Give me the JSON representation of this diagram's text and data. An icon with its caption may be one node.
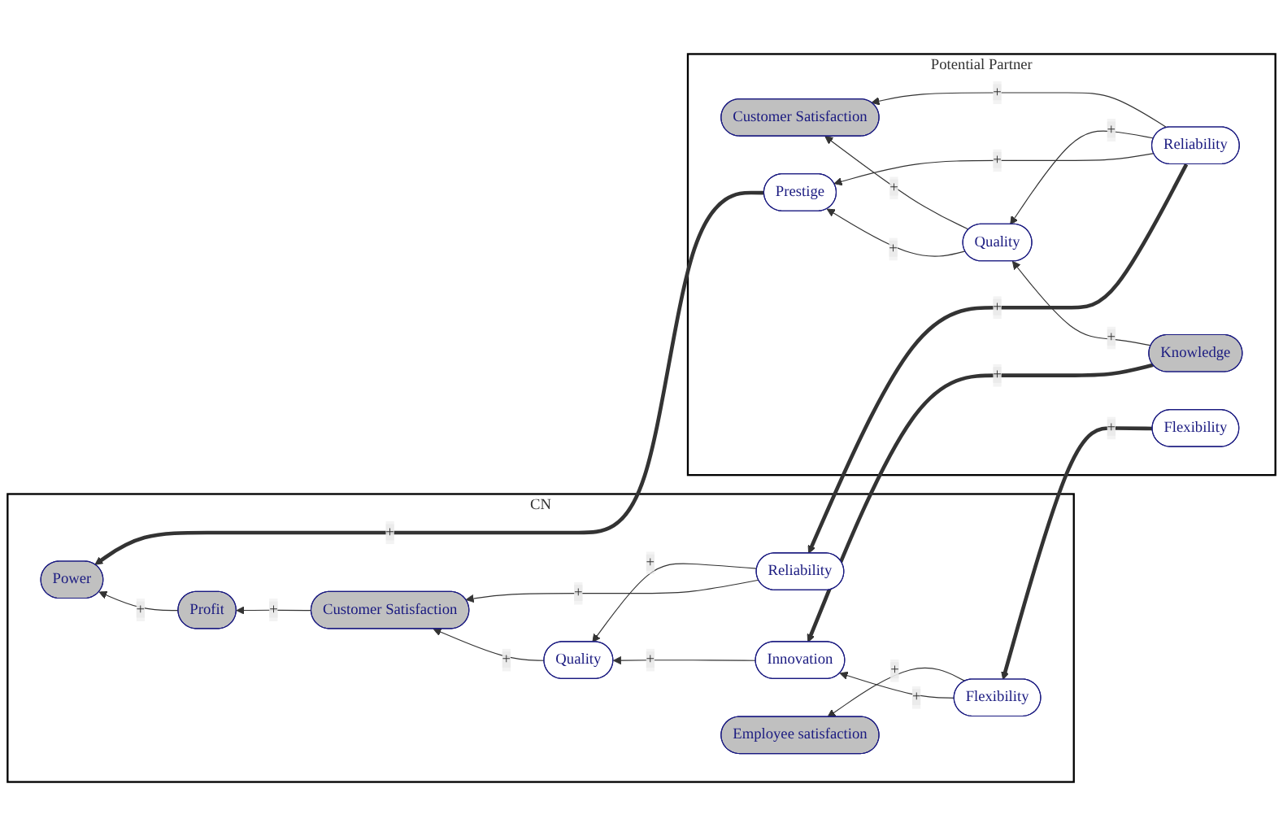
{
  "diagram": {
    "nodes": [
      {
        "text": [
          "CN"
        ]
      },
      {
        "text": [
          "Profit"
        ],
        "in": 0
      },
      {
        "text": [
          "Power"
        ],
        "in": 0
      },
      {
        "text": [
          "Customer Satisfaction"
        ],
        "in": 0
      },
      {
        "text": [
          "Quality"
        ],
        "in": 0
      },
      {
        "text": [
          "Reliability"
        ],
        "in": 0
      },
      {
        "text": [
          "Flexibility"
        ],
        "in": 0
      },
      {
        "text": [
          "Employee satisfaction"
        ],
        "in": 0
      },
      {
        "text": [
          "Innovation"
        ],
        "in": 0
      },
      {
        "text": [
          "Potential Partner"
        ]
      },
      {
        "text": [
          "Prestige"
        ],
        "in": 9
      },
      {
        "text": [
          "Quality"
        ],
        "in": 9
      },
      {
        "text": [
          "Reliability"
        ],
        "in": 9
      },
      {
        "text": [
          "Customer Satisfaction"
        ],
        "in": 9
      },
      {
        "text": [
          "Flexibility"
        ],
        "in": 9
      },
      {
        "text": [
          "Knowledge"
        ],
        "in": 9
      }
    ],
    "edges": [
      {
        "from": 1,
        "to": 2,
        "arrow": "to",
        "label": "+"
      },
      {
        "from": 3,
        "to": 1,
        "arrow": "to",
        "label": "+"
      },
      {
        "from": 4,
        "to": 3,
        "arrow": "to",
        "label": "+"
      },
      {
        "from": 5,
        "to": 3,
        "arrow": "to",
        "label": "+"
      },
      {
        "from": 5,
        "to": 4,
        "arrow": "to",
        "label": "+"
      },
      {
        "from": 8,
        "to": 4,
        "arrow": "to",
        "label": "+"
      },
      {
        "from": 6,
        "to": 8,
        "arrow": "to",
        "label": "+"
      },
      {
        "from": 6,
        "to": 7,
        "arrow": "to",
        "label": "+"
      },
      {
        "from": 10,
        "to": 2,
        "arrow": "to",
        "label": "+",
        "style": "thick"
      },
      {
        "from": 12,
        "to": 5,
        "arrow": "to",
        "label": "+",
        "style": "thick"
      },
      {
        "from": 14,
        "to": 6,
        "arrow": "to",
        "label": "+",
        "style": "thick"
      },
      {
        "from": 15,
        "to": 8,
        "arrow": "to",
        "label": "+",
        "style": "thick"
      },
      {
        "from": 12,
        "to": 10,
        "arrow": "to",
        "label": "+"
      },
      {
        "from": 11,
        "to": 10,
        "arrow": "to",
        "label": "+"
      },
      {
        "from": 12,
        "to": 11,
        "arrow": "to",
        "label": "+"
      },
      {
        "from": 11,
        "to": 13,
        "arrow": "to",
        "label": "+"
      },
      {
        "from": 12,
        "to": 13,
        "arrow": "to",
        "label": "+"
      },
      {
        "from": 15,
        "to": 11,
        "arrow": "to",
        "label": "+"
      }
    ]
  }
}
